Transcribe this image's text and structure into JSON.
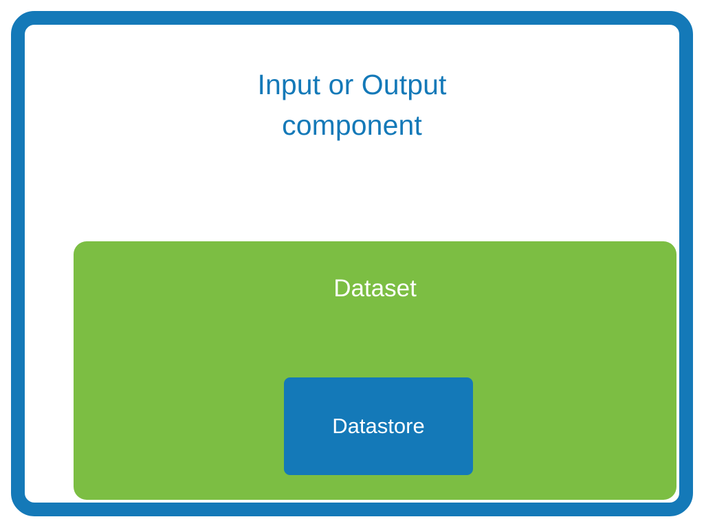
{
  "diagram": {
    "type": "nested-block-diagram",
    "background_color": "#ffffff",
    "component": {
      "title": "Input or Output\ncomponent",
      "border_color": "#1479b8",
      "fill_color": "#ffffff"
    },
    "dataset": {
      "label": "Dataset",
      "fill_color": "#7cbe43",
      "text_color": "#ffffff"
    },
    "datastore": {
      "label": "Datastore",
      "fill_color": "#1479b8",
      "text_color": "#ffffff"
    }
  }
}
